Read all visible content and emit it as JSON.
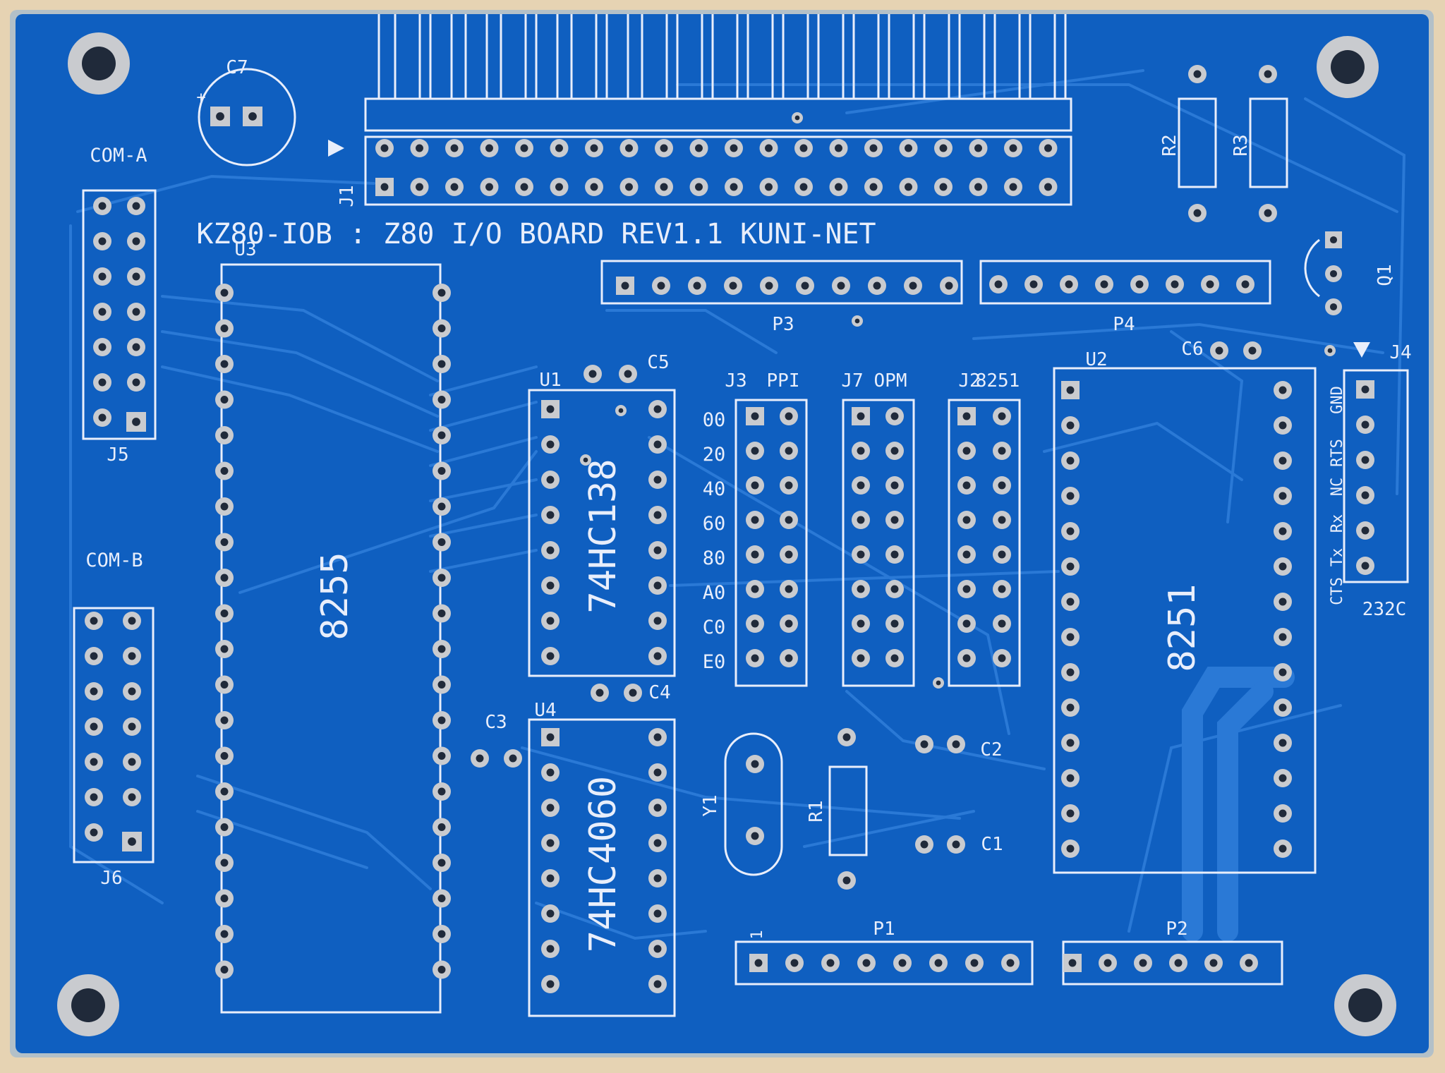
{
  "board": {
    "title": "KZ80-IOB : Z80 I/O BOARD REV1.1  KUNI-NET",
    "colors": {
      "surface": "#e6d3b3",
      "solder_mask": "#0f5fc0",
      "trace": "#2a79d6",
      "silkscreen": "#e8eefb",
      "pad": "#c9cbcf",
      "hole": "#202a3a"
    }
  },
  "labels": {
    "c7": "C7",
    "plus": "+",
    "com_a": "COM-A",
    "com_b": "COM-B",
    "u3": "U3",
    "u1": "U1",
    "u2": "U2",
    "u4": "U4",
    "j1": "J1",
    "j2": "J2",
    "j3": "J3",
    "j4": "J4",
    "j5": "J5",
    "j6": "J6",
    "j7": "J7",
    "p1": "P1",
    "p2": "P2",
    "p3": "P3",
    "p4": "P4",
    "c1": "C1",
    "c2": "C2",
    "c3": "C3",
    "c4": "C4",
    "c5": "C5",
    "c6": "C6",
    "r1": "R1",
    "r2": "R2",
    "r3": "R3",
    "q1": "Q1",
    "y1": "Y1",
    "ppi": "PPI",
    "opm": "OPM",
    "j2_8251": "8251",
    "chip_8255": "8255",
    "chip_74hc138": "74HC138",
    "chip_74hc4060": "74HC4060",
    "chip_8251": "8251",
    "pin1": "1",
    "rs232c": "232C",
    "signals": [
      "GND",
      "RTS",
      "NC",
      "Rx",
      "Tx",
      "CTS"
    ],
    "addresses": [
      "00",
      "20",
      "40",
      "60",
      "80",
      "A0",
      "C0",
      "E0"
    ]
  }
}
